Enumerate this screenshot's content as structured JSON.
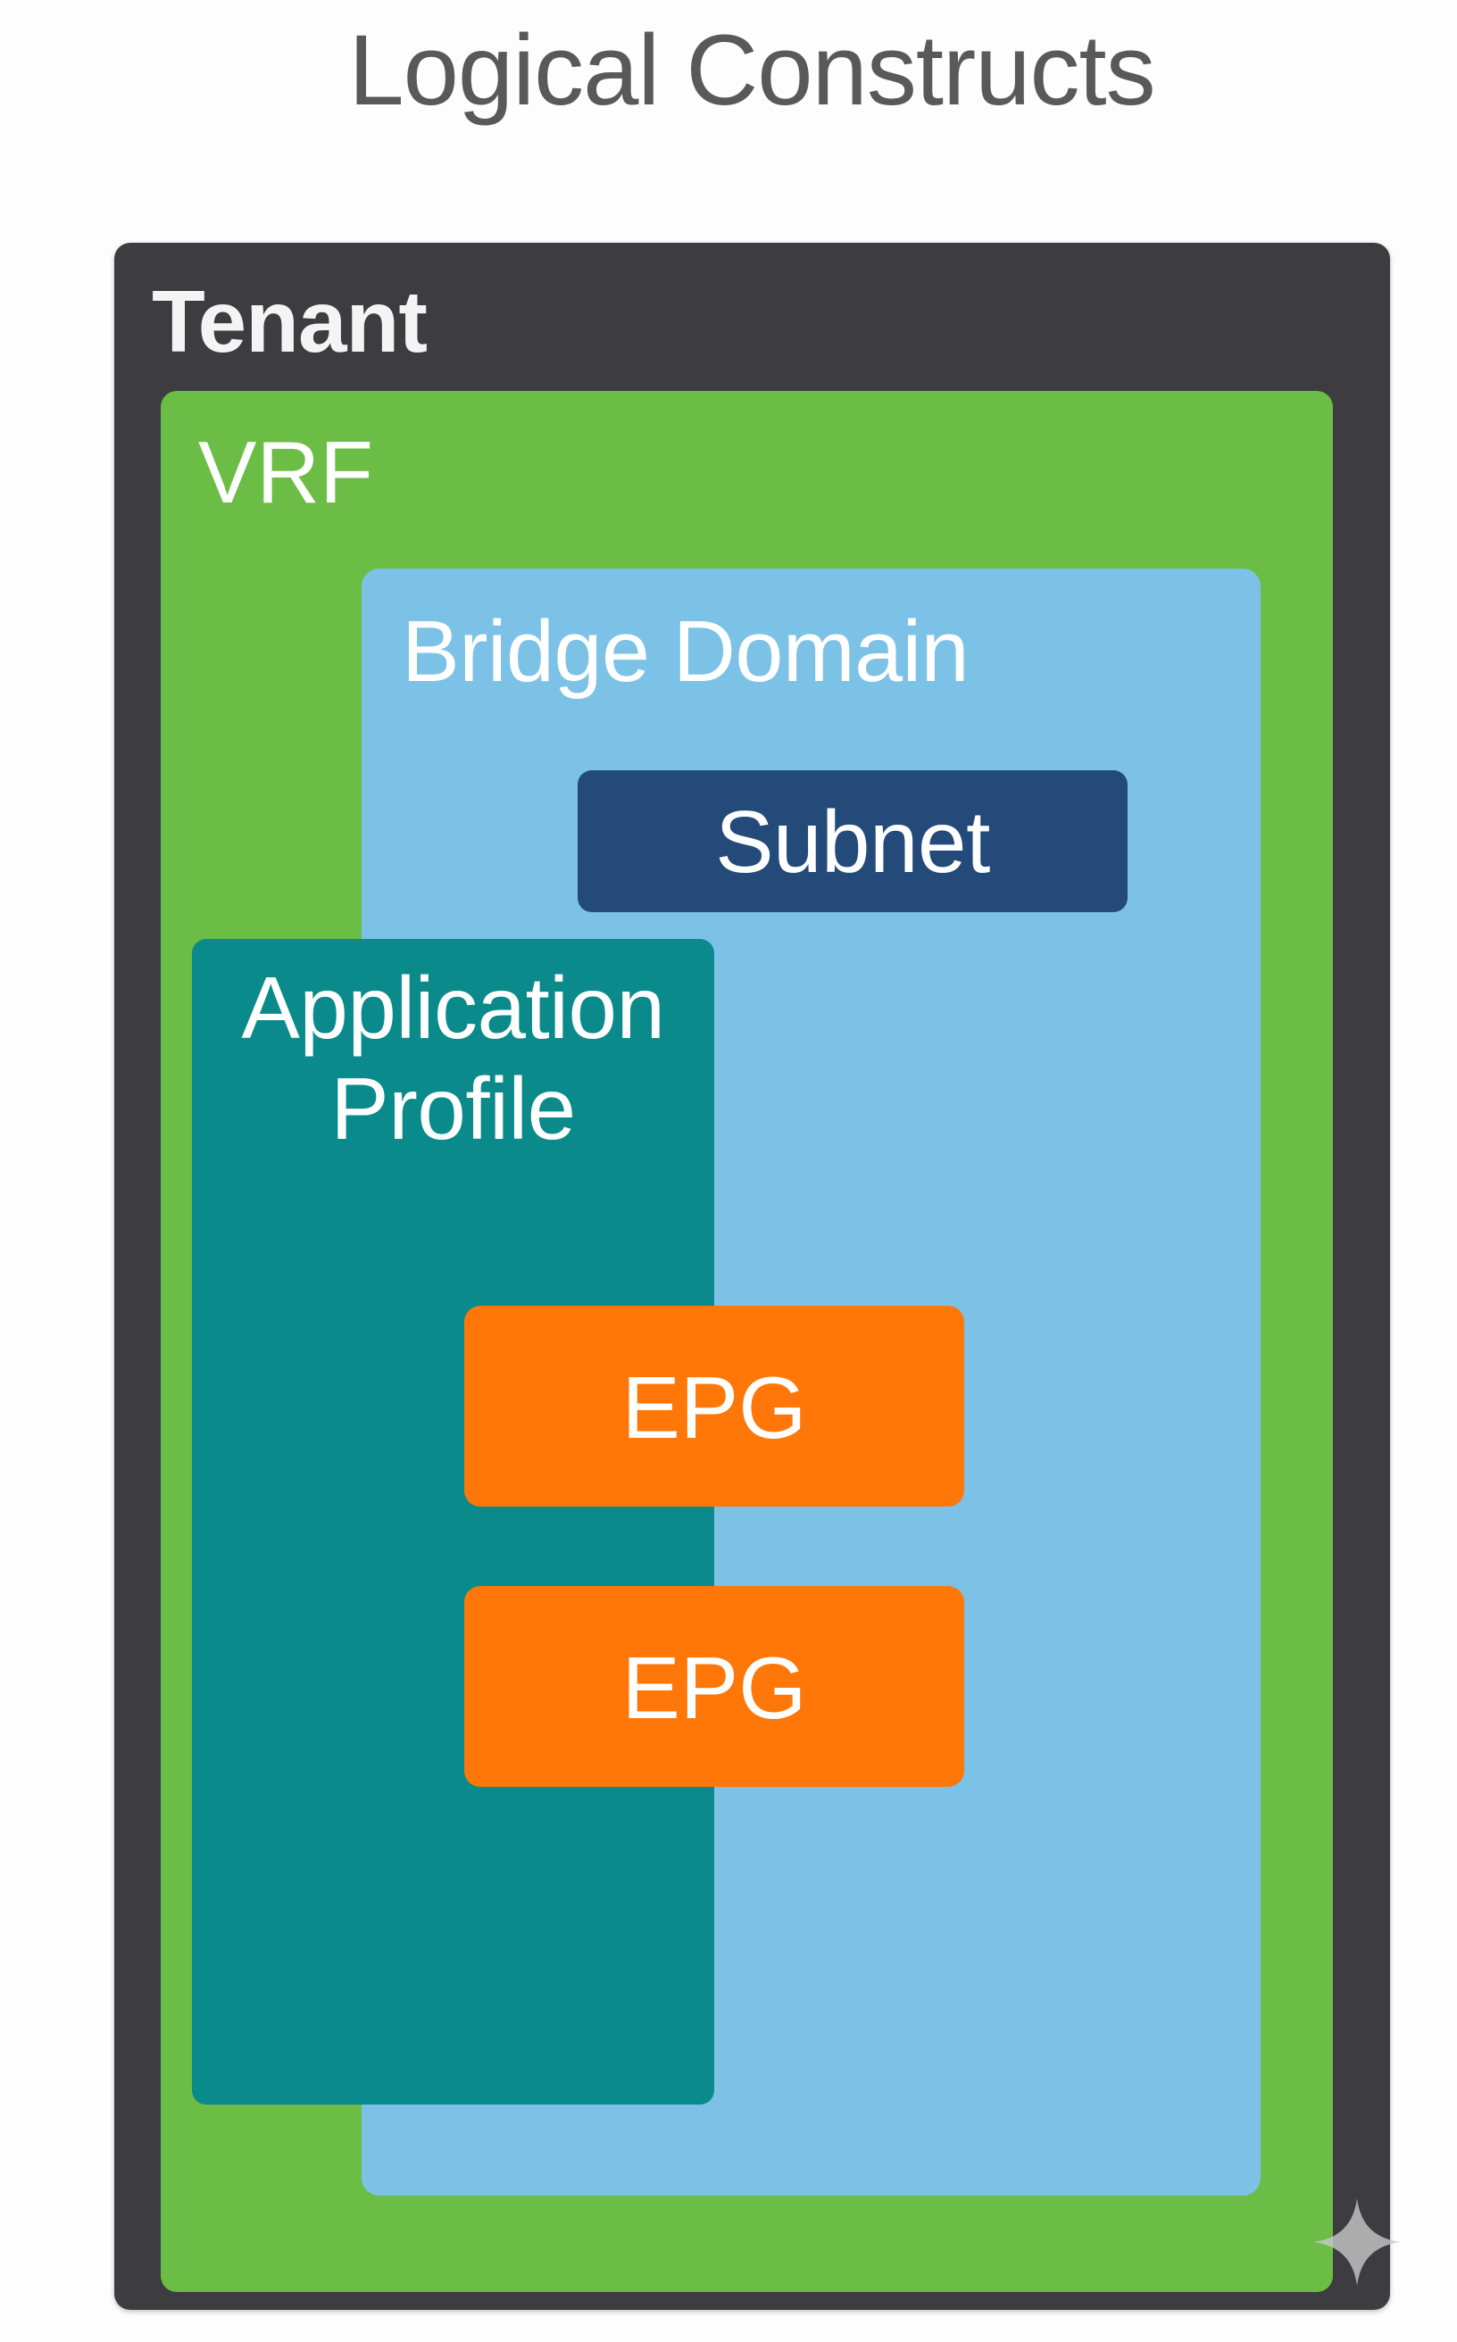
{
  "title": "Logical Constructs",
  "colors": {
    "tenant": "#3c3c41",
    "vrf": "#6cbd46",
    "bridge_domain": "#7cc2e7",
    "subnet": "#234a79",
    "application_profile": "#0a8a8b",
    "epg": "#ff7708",
    "label_text": "#ffffff",
    "title_text": "#595959"
  },
  "constructs": {
    "tenant": {
      "label": "Tenant"
    },
    "vrf": {
      "label": "VRF"
    },
    "bridge_domain": {
      "label": "Bridge Domain"
    },
    "subnet": {
      "label": "Subnet"
    },
    "application_profile": {
      "label_line1": "Application",
      "label_line2": "Profile"
    },
    "epgs": [
      {
        "label": "EPG"
      },
      {
        "label": "EPG"
      }
    ]
  },
  "watermark": {
    "icon": "sparkle-icon"
  }
}
